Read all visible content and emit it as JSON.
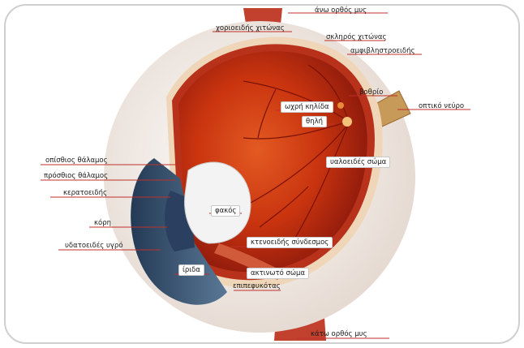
{
  "colors": {
    "frame_border": "#cfcfcf",
    "sclera": "#f4ece6",
    "choroid": "#b8321b",
    "retina_inner": "#d8401a",
    "vitreous": "#c93412",
    "cornea_blue": "#3a5470",
    "lens": "#f3f3f3",
    "optic_nerve": "#c89a5a",
    "label_line": "#c0302a"
  },
  "labels": {
    "superior_rectus": "άνω ορθός μυς",
    "choroid": "χοριοειδής χιτώνας",
    "sclera": "σκληρός χιτώνας",
    "retina": "αμφιβληστροειδής",
    "fovea": "βοθρίο",
    "optic_nerve": "οπτικό νεύρο",
    "macula": "ωχρή κηλίδα",
    "optic_disc": "θηλή",
    "vitreous": "υαλοειδές σώμα",
    "posterior_chamber": "οπίσθιος θάλαμος",
    "anterior_chamber": "πρόσθιος θάλαμος",
    "cornea": "κερατοειδής",
    "lens": "φακός",
    "pupil": "κόρη",
    "zonule": "κτενοειδής σύνδεσμος",
    "aqueous": "υδατοειδές υγρό",
    "iris": "ίριδα",
    "ciliary_body": "ακτινωτό σώμα",
    "conjunctiva": "επιπεφυκότας",
    "inferior_rectus": "κάτω ορθός μυς"
  }
}
